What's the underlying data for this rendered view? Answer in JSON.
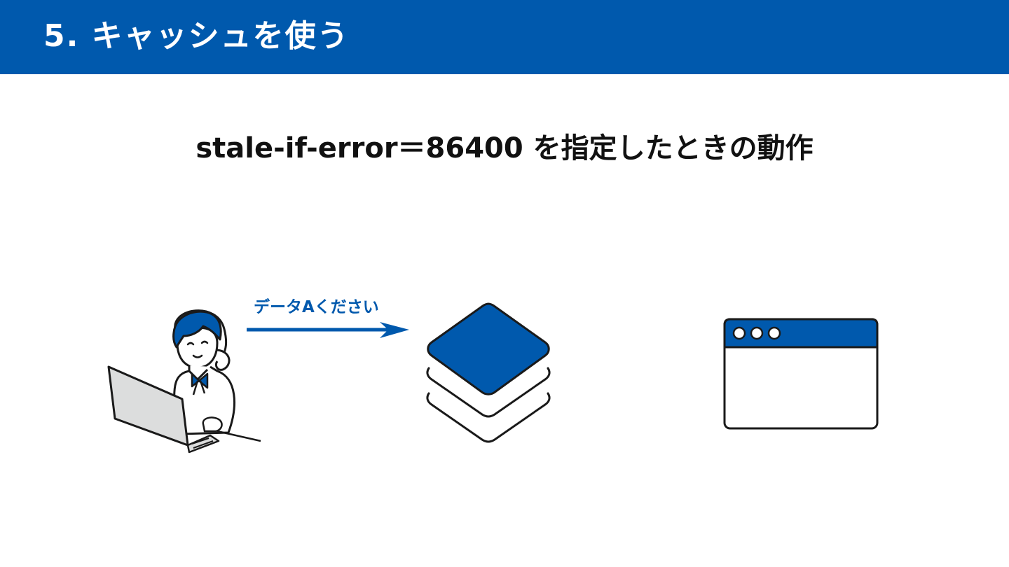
{
  "header": {
    "title": "5. キャッシュを使う"
  },
  "subtitle": "stale-if-error＝86400 を指定したときの動作",
  "diagram": {
    "request_label": "データAください",
    "nodes": [
      {
        "id": "user",
        "icon": "person-at-laptop-icon"
      },
      {
        "id": "cache",
        "icon": "layers-stack-icon"
      },
      {
        "id": "origin",
        "icon": "browser-window-icon"
      }
    ]
  },
  "colors": {
    "primary": "#0059ad",
    "text": "#111111",
    "laptop": "#dcdddd",
    "outline": "#1a1a1a",
    "background": "#ffffff"
  }
}
